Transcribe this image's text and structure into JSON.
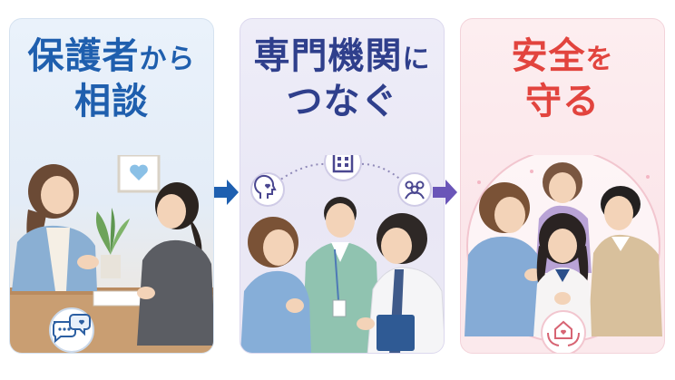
{
  "panels": [
    {
      "title_line1": "保護者",
      "title_line1_small": "から",
      "title_line2": "相談",
      "color": "#1f5fae"
    },
    {
      "title_line1": "専門機関",
      "title_line1_small": "に",
      "title_line2": "つなぐ",
      "color": "#2f3f8c"
    },
    {
      "title_line1": "安全",
      "title_line1_small": "を",
      "title_line2": "守る",
      "color": "#e2443e"
    }
  ],
  "icons": {
    "panel1": [
      "heart-frame-icon",
      "plant-icon",
      "chat-bubbles-icon"
    ],
    "panel2": [
      "mind-heart-icon",
      "building-icon",
      "group-icon"
    ],
    "panel3": [
      "hands-house-heart-icon"
    ]
  },
  "arrow_color": "#1e5fb0",
  "arrow2_color": "#6a55b8"
}
